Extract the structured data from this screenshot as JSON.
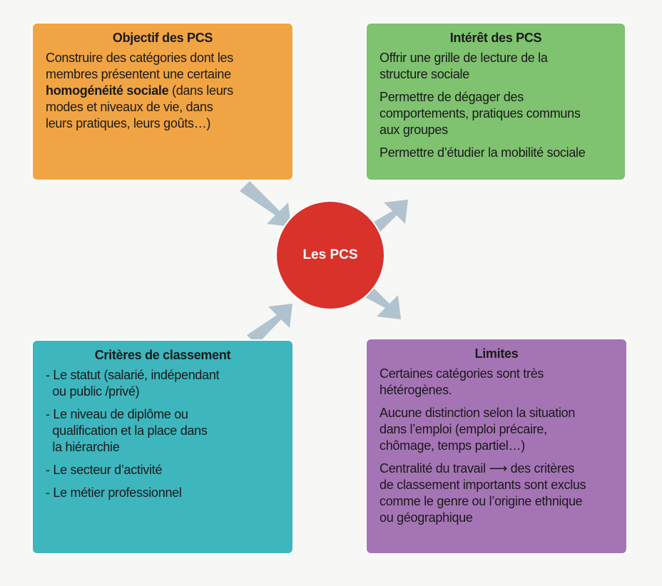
{
  "center": {
    "label": "Les PCS"
  },
  "colors": {
    "objectif": "#f1a443",
    "interet": "#7fc270",
    "criteres": "#3eb6be",
    "limites": "#a574b5",
    "center": "#d8322b",
    "arrows": "#a9bccb"
  },
  "objectif": {
    "title": "Objectif des PCS",
    "lines": [
      "Construire des catégories dont les",
      "membres présentent une certaine"
    ],
    "bold": "homogénéité sociale",
    "after_bold": " (dans leurs",
    "lines2": [
      "modes et niveaux de vie, dans",
      "leurs pratiques, leurs goûts…)"
    ]
  },
  "interet": {
    "title": "Intérêt des PCS",
    "paragraphs": [
      [
        "Offrir une grille de lecture de la",
        "structure sociale"
      ],
      [
        "Permettre de dégager des",
        "comportements, pratiques communs",
        "aux groupes"
      ],
      [
        "Permettre d’étudier la mobilité sociale"
      ]
    ]
  },
  "criteres": {
    "title": "Critères de classement",
    "paragraphs": [
      [
        "- Le statut (salarié, indépendant",
        "  ou public /privé)"
      ],
      [
        "- Le niveau de diplôme ou",
        "  qualification et la place dans",
        "  la hiérarchie"
      ],
      [
        "- Le secteur d’activité"
      ],
      [
        "- Le métier professionnel"
      ]
    ]
  },
  "limites": {
    "title": "Limites",
    "paragraphs": [
      [
        "Certaines catégories sont très",
        "hétérogènes."
      ],
      [
        "Aucune distinction selon la situation",
        "dans l’emploi (emploi précaire,",
        "chômage, temps partiel…)"
      ],
      [
        "Centralité du travail ⟶ des critères",
        "de classement importants sont exclus",
        "comme le genre ou l’origine ethnique",
        "ou géographique"
      ]
    ]
  }
}
